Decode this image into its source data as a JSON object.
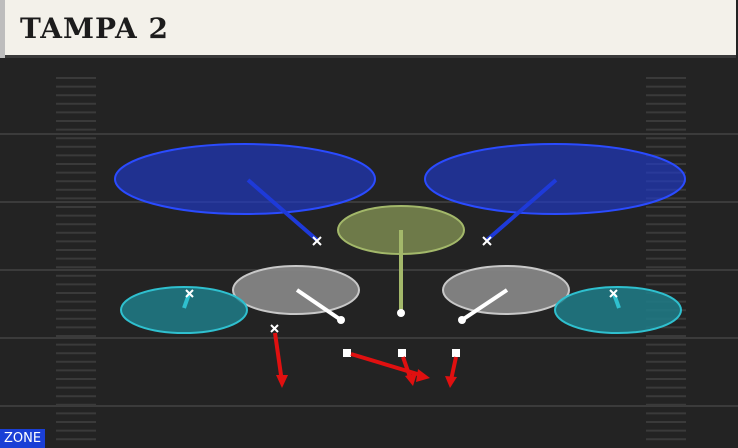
{
  "title": "TAMPA 2",
  "tag": "ZONE",
  "colors": {
    "deep_zone": "#1e3ad9",
    "middle_zone": "#a3b86a",
    "hook_zone": "#9e9e9e",
    "flat_zone": "#2aa6b3",
    "route": "#e01010",
    "field": "#232323",
    "yard_line": "#3b3b3b"
  },
  "zones": [
    {
      "name": "deep-zone-left",
      "type": "deep"
    },
    {
      "name": "deep-zone-right",
      "type": "deep"
    },
    {
      "name": "middle-hole-zone",
      "type": "middle"
    },
    {
      "name": "hook-zone-left",
      "type": "hook"
    },
    {
      "name": "hook-zone-right",
      "type": "hook"
    },
    {
      "name": "flat-zone-left",
      "type": "flat"
    },
    {
      "name": "flat-zone-right",
      "type": "flat"
    }
  ],
  "offense": {
    "receivers": 2,
    "linemen": 3
  }
}
